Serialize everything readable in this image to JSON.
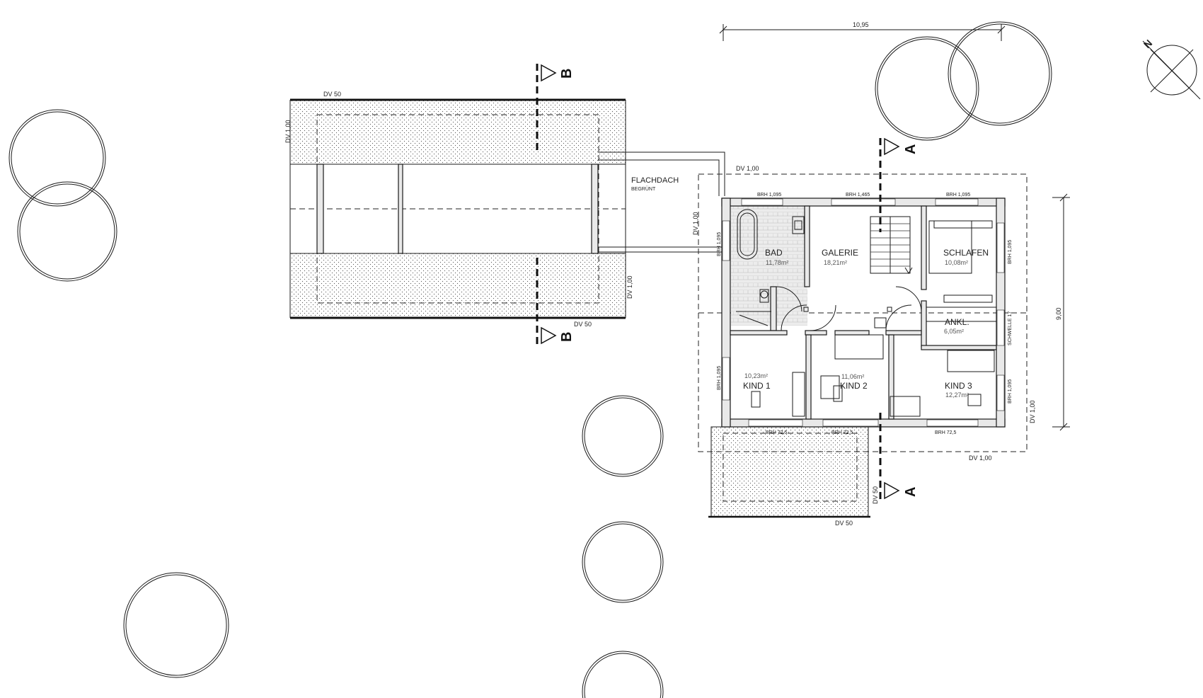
{
  "drawing": {
    "overall_width_dim": "10,95",
    "overall_depth_dim": "9,00",
    "flat_roof_title": "FLACHDACH",
    "flat_roof_subtitle": "BEGRÜNT",
    "section_a": "A",
    "section_b": "B",
    "north": "N"
  },
  "rooms": [
    {
      "name": "BAD",
      "area": "11,78m²"
    },
    {
      "name": "GALERIE",
      "area": "18,21m²"
    },
    {
      "name": "SCHLAFEN",
      "area": "10,08m²"
    },
    {
      "name": "ANKL.",
      "area": "6,05m²"
    },
    {
      "name": "KIND 1",
      "area": "10,23m²"
    },
    {
      "name": "KIND 2",
      "area": "11,06m²"
    },
    {
      "name": "KIND 3",
      "area": "12,27m²"
    }
  ],
  "annotations": {
    "dv50_a": "DV 50",
    "dv50_b": "DV 50",
    "dv50_c": "DV 50",
    "dv50_d": "DV 50",
    "dv100_a": "DV 1,00",
    "dv100_b": "DV 1,00",
    "dv100_c": "DV 1,00",
    "dv100_d": "DV 1,00",
    "dv100_e": "DV 1,00",
    "dv100_f": "DV 1,00",
    "brh_top_1": "BRH 1,095",
    "brh_top_2": "BRH 1,465",
    "brh_top_3": "BRH 1,095",
    "brh_left_1": "BRH 1,095",
    "brh_left_2": "BRH 1,095",
    "brh_right_1": "BRH 1,095",
    "brh_right_2": "BRH 1,095",
    "schwelle": "SCHWELLE 17",
    "brh_bot_1": "BRH 72,5",
    "brh_bot_2": "BRH 72,5",
    "brh_bot_3": "BRH 72,5"
  }
}
